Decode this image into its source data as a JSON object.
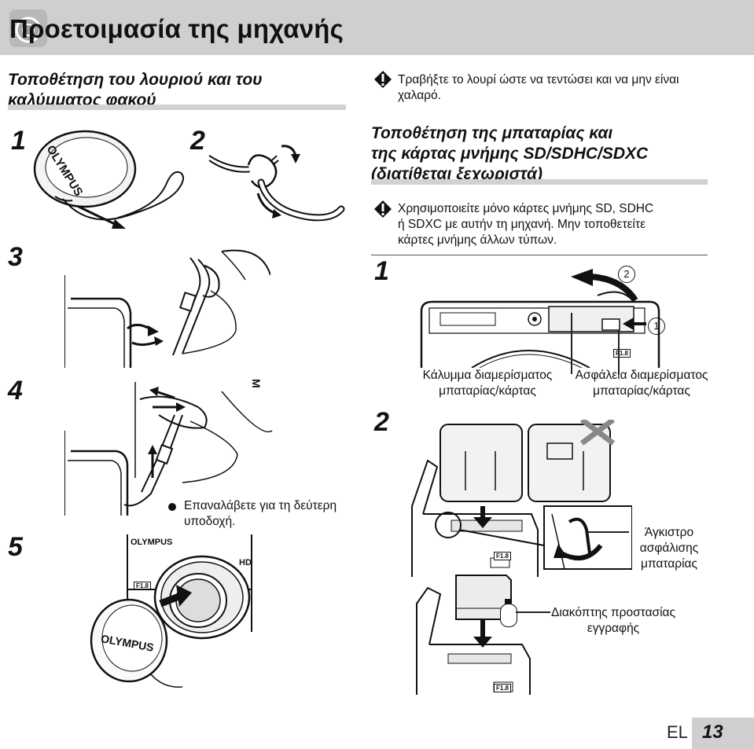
{
  "header": {
    "title": "Προετοιμασία της μηχανής"
  },
  "section_strap": {
    "heading_line1": "Τοποθέτηση του λουριού και του",
    "heading_line2": "καλύμματος φακού",
    "steps": [
      "1",
      "2",
      "3",
      "4",
      "5"
    ],
    "lens_cap_brand": "OLYMPUS",
    "step5_bullet": "Επαναλάβετε για τη δεύτερη",
    "step5_bullet_line2": "υποδοχή.",
    "camera_brand": "OLYMPUS",
    "camera_hd": "HD",
    "camera_f18": "F1.8",
    "cap_brand": "OLYMPUS",
    "step4_brand_fragment": "M"
  },
  "caution_top": {
    "line1": "Τραβήξτε το λουρί ώστε να τεντώσει και να μην είναι",
    "line2": "χαλαρό."
  },
  "section_battery": {
    "heading_line1": "Τοποθέτηση της μπαταρίας και",
    "heading_line2": "της κάρτας μνήμης SD/SDHC/SDXC",
    "heading_line3": "(διατίθεται ξεχωριστά)",
    "caution_line1": "Χρησιμοποιείτε μόνο κάρτες μνήμης SD, SDHC",
    "caution_line2": "ή SDXC με αυτήν τη μηχανή. Μην τοποθετείτε",
    "caution_line3": "κάρτες μνήμης άλλων τύπων.",
    "steps": [
      "1",
      "2"
    ],
    "circle_1": "1",
    "circle_2": "2",
    "f18_label": "F1.8",
    "callout_cover_line1": "Κάλυμμα διαμερίσματος",
    "callout_cover_line2": "μπαταρίας/κάρτας",
    "callout_lock_line1": "Ασφάλεια διαμερίσματος",
    "callout_lock_line2": "μπαταρίας/κάρτας",
    "callout_knob_line1": "Άγκιστρο",
    "callout_knob_line2": "ασφάλισης",
    "callout_knob_line3": "μπαταρίας",
    "callout_switch_line1": "Διακόπτης προστασίας",
    "callout_switch_line2": "εγγραφής"
  },
  "footer": {
    "lang": "EL",
    "page": "13"
  }
}
